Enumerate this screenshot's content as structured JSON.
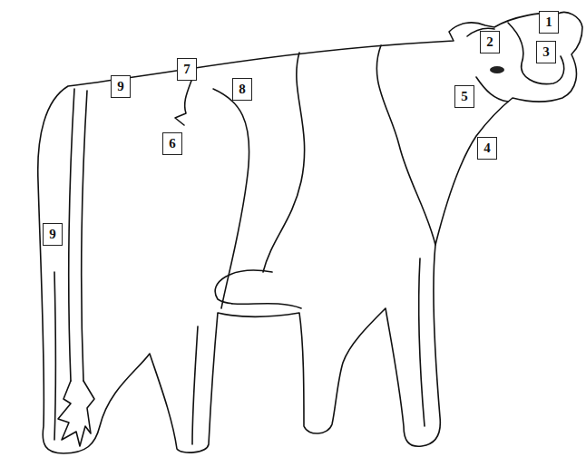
{
  "diagram": {
    "labels": [
      "1",
      "2",
      "3",
      "7",
      "9",
      "8",
      "5",
      "6",
      "4",
      "9"
    ]
  }
}
